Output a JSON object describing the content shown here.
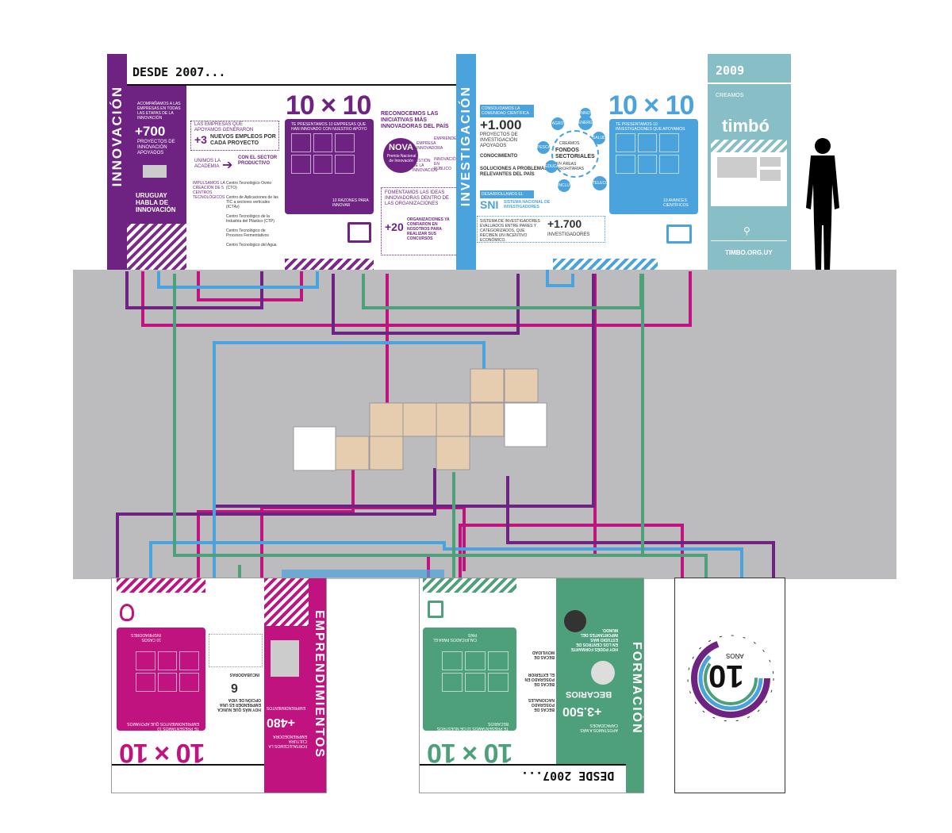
{
  "colors": {
    "purple": "#6e2382",
    "blue": "#4aa3dc",
    "magenta": "#c0137f",
    "green": "#4ea07b",
    "teal": "#88bec6",
    "floor": "#bcbcbf",
    "tile": "#e6cdb0"
  },
  "innovacion": {
    "section_title": "INNOVACIÓN",
    "header": "DESDE 2007...",
    "intro": "ACOMPAÑAMOS A LAS EMPRESAS EN TODAS LAS ETAPAS DE LA INNOVACIÓN",
    "stat_plus": "+700",
    "stat_text": "PROYECTOS DE INNOVACIÓN APOYADOS",
    "slogan": "URUGUAY HABLA DE INNOVACIÓN",
    "emp_intro": "LAS EMPRESAS QUE APOYAMOS GENERARON",
    "emp_stat": "+3",
    "emp_text": "NUEVOS EMPLEOS POR CADA PROYECTO",
    "unimos": "UNIMOS LA ACADEMIA",
    "unimos_dest": "CON EL SECTOR PRODUCTIVO",
    "impulsamos": "IMPULSAMOS LA CREACIÓN DE 5 CENTROS TECNOLÓGICOS",
    "centros": [
      "Centro Tecnológico Ovino (CTO)",
      "Centro de Aplicaciones de las TIC a sectores verticales (ICT4v)",
      "Centro Tecnológico de la Industria del Plástico (CTP)",
      "Centro Tecnológico de Procesos Fermentativos",
      "Centro Tecnológico del Agua"
    ],
    "tenxten": "10 × 10",
    "card_title": "TE PRESENTAMOS 10 EMPRESAS QUE HAN INNOVADO CON NUESTRO APOYO",
    "card_foot": "10 RAZONES PARA INNOVAR",
    "reconocemos": "RECONOCEMOS LAS INICIATIVAS MÁS INNOVADORAS DEL PAÍS",
    "nova": "NOVA",
    "nova_sub": "Premio Nacional de Innovación",
    "nova_bubbles": [
      "EMPRESA INNOVADORA",
      "EMPRENDEDOR",
      "GESTIÓN DE LA INNOVACIÓN",
      "INNOVACIÓN EN PÚBLICO"
    ],
    "fomentamos": "FOMENTAMOS LAS IDEAS INNOVADORAS DENTRO DE LAS ORGANIZACIONES",
    "org_stat": "+20",
    "org_text": "ORGANIZACIONES YA CONFIARON EN NOSOTROS PARA REALIZAR SUS CONCURSOS"
  },
  "investigacion": {
    "section_title": "INVESTIGACIÓN",
    "intro": "CONSOLIDAMOS LA COMUNIDAD CIENTÍFICA",
    "stat_plus": "+1.000",
    "stat_text": "PROYECTOS DE INVESTIGACIÓN APOYADOS",
    "bullet1": "CONOCIMIENTO",
    "bullet2": "SOLUCIONES A PROBLEMAS RELEVANTES DEL PAÍS",
    "desarrollamos": "DESARROLLAMOS EL",
    "sni": "SNI",
    "sni_text": "SISTEMA NACIONAL DE INVESTIGADORES",
    "sni_desc": "SISTEMA DE INVESTIGADORES EVALUADOS ENTRE PARES Y CATEGORIZADOS, QUE RECIBEN UN INCENTIVO ECONÓMICO.",
    "inv_stat": "+1.700",
    "inv_text": "INVESTIGADORES",
    "fondos_intro": "CREAMOS",
    "fondos": "FONDOS SECTORIALES",
    "fondos_sub": "EN ÁREAS PRIORITARIAS",
    "bubbles": [
      "AGRO",
      "ENERGÍA",
      "SALUD",
      "INNOVA",
      "PESCA",
      "EDUCACIÓN",
      "TELECOMUNICACIONES",
      "INCLUSIÓN"
    ],
    "tenxten": "10 × 10",
    "card_title": "TE PRESENTAMOS 10 INVESTIGACIONES QUE APOYAMOS",
    "card_foot": "10 AVANCES CIENTÍFICOS"
  },
  "timbo": {
    "year": "2009",
    "creamos": "CREAMOS",
    "logo": "timbó",
    "url": "TIMBO.ORG.UY"
  },
  "emprendimientos": {
    "section_title": "EMPRENDIMIENTOS",
    "stat_plus": "+480",
    "stat_text": "EMPRENDIMIENTOS",
    "hoy": "HOY MÁS QUE NUNCA EMPRENDER ES UNA OPCIÓN DE VIDA",
    "incub_num": "6",
    "incub_text": "INCUBADORAS",
    "tenxten": "10 × 10",
    "card_title": "TE PRESENTAMOS 10 EMPRENDIMIENTOS QUE APOYAMOS",
    "card_foot": "10 CASOS INSPIRADORES",
    "fortalecemos": "FORTALECEMOS LA CULTURA EMPRENDEDORA"
  },
  "formacion": {
    "section_title": "FORMACIÓN",
    "header": "DESDE 2007...",
    "stat_plus": "+3.500",
    "stat_text": "BECARIOS",
    "hoy": "HOY PODÉS FORMARTE EN LOS CENTROS DE ESTUDIO MÁS IMPORTANTES DEL MUNDO.",
    "apostamos": "APOSTAMOS A MÁS CAPACIDADES",
    "becas_nac": "BECAS DE POSGRADO NACIONALES",
    "becas_ext": "BECAS DE POSGRADO EN EL EXTERIOR",
    "becas_mov": "BECAS DE MOVILIDAD",
    "tenxten": "10 × 10",
    "card_title": "TE PRESENTAMOS 10 DE NUESTROS BECARIOS",
    "card_foot": "CALIFICADOS PARA EL PAÍS"
  },
  "anos": {
    "number": "10",
    "label": "AÑOS"
  }
}
